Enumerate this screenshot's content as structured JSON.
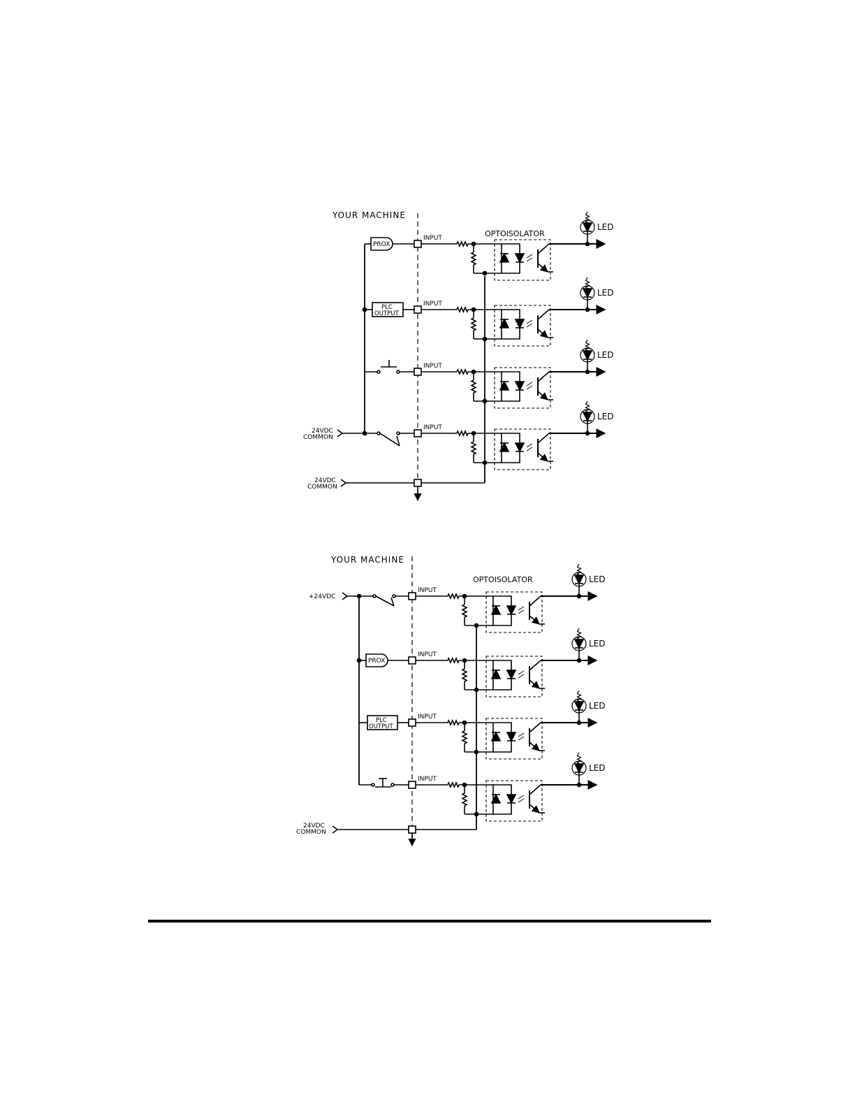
{
  "diagram1": {
    "title": "YOUR MACHINE",
    "optoisolator_label": "OPTOISOLATOR",
    "led_label": "LED",
    "input_label": "INPUT",
    "prox_label": "PROX",
    "plc_line1": "PLC",
    "plc_line2": "OUTPUT",
    "supply_top_line1": "24VDC",
    "supply_top_line2": "COMMON",
    "supply_bottom_line1": "24VDC",
    "supply_bottom_line2": "COMMON"
  },
  "diagram2": {
    "title": "YOUR MACHINE",
    "optoisolator_label": "OPTOISOLATOR",
    "led_label": "LED",
    "input_label": "INPUT",
    "prox_label": "PROX",
    "plc_line1": "PLC",
    "plc_line2": "OUTPUT",
    "supply_top": "+24VDC",
    "supply_bottom_line1": "24VDC",
    "supply_bottom_line2": "COMMON"
  }
}
